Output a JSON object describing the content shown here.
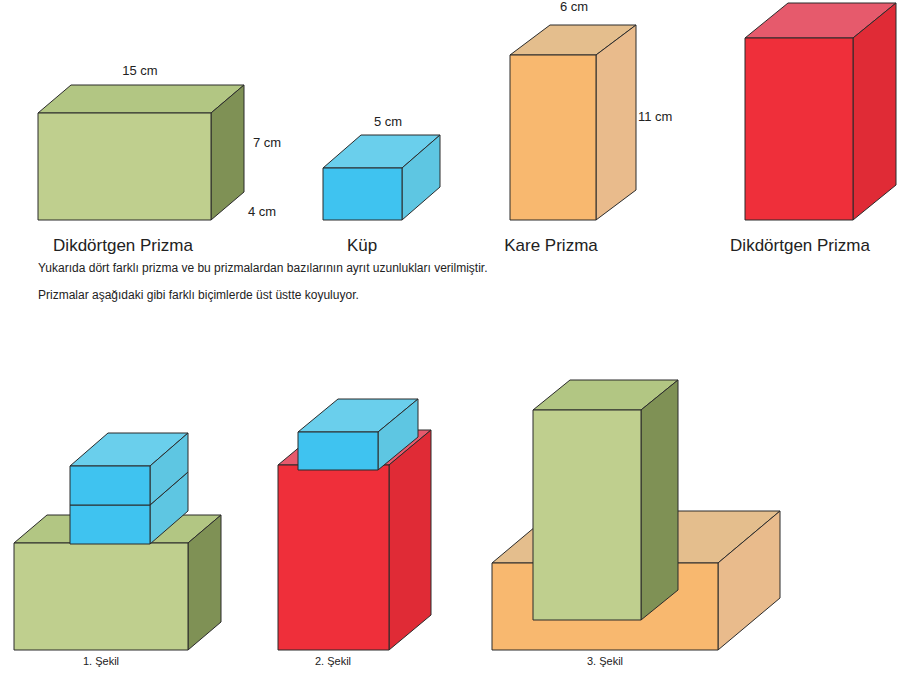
{
  "diagram": {
    "labels": [
      "15 cm",
      "7 cm",
      "4 cm",
      "5 cm",
      "6 cm",
      "11 cm",
      "Dikdörtgen Prizma",
      "Küp",
      "Kare Prizma",
      "Dikdörtgen Prizma",
      "Yukarıda dört farklı prizma ve bu prizmalardan bazılarının ayrıt uzunlukları verilmiştir.",
      "Prizmalar aşağıdaki gibi farklı biçimlerde üst üstte koyuluyor.",
      "1. Şekil",
      "2. Şekil",
      "3. Şekil"
    ]
  }
}
